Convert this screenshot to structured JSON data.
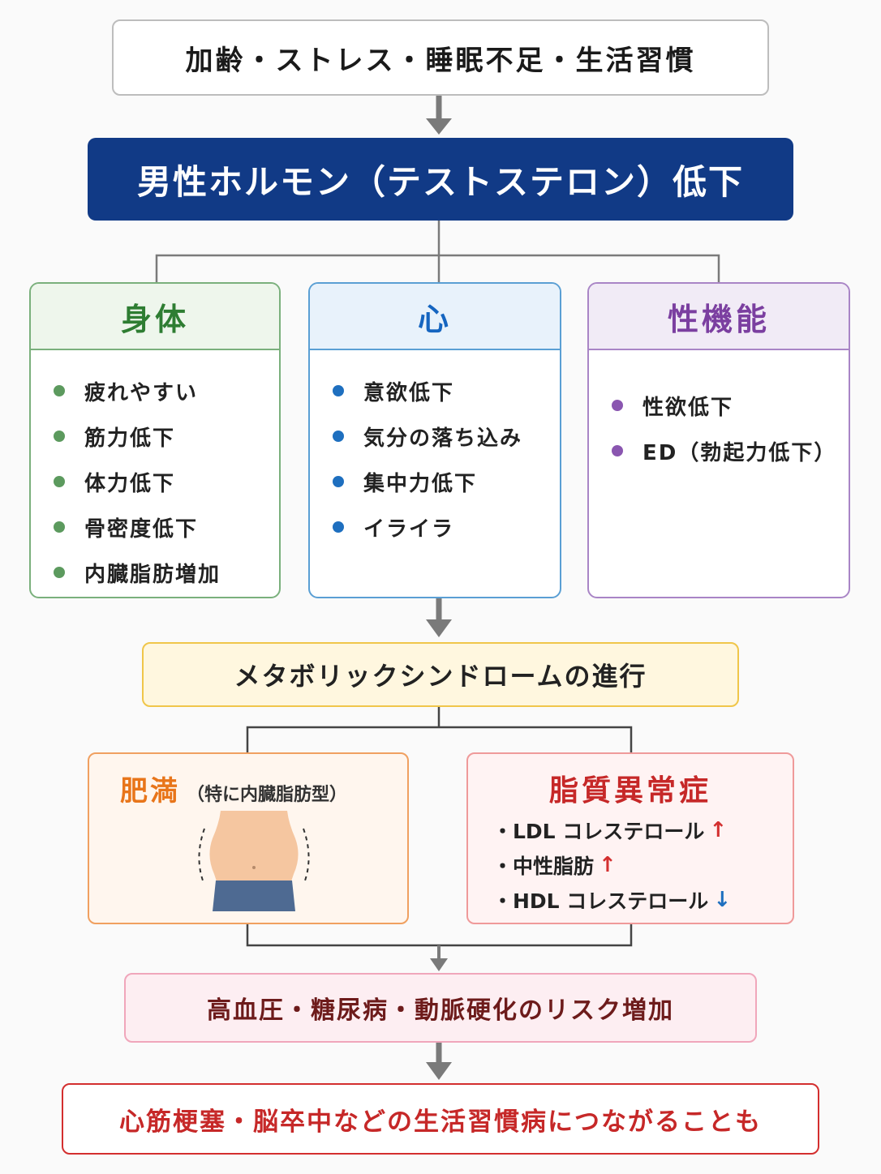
{
  "cause": {
    "text": "加齢・ストレス・睡眠不足・生活習慣"
  },
  "main": {
    "text": "男性ホルモン（テストステロン）低下"
  },
  "categories": [
    {
      "title": "身体",
      "items": [
        "疲れやすい",
        "筋力低下",
        "体力低下",
        "骨密度低下",
        "内臓脂肪増加"
      ]
    },
    {
      "title": "心",
      "items": [
        "意欲低下",
        "気分の落ち込み",
        "集中力低下",
        "イライラ"
      ]
    },
    {
      "title": "性機能",
      "items": [
        "性欲低下",
        "ED（勃起力低下）"
      ]
    }
  ],
  "metabolic": {
    "text": "メタボリックシンドロームの進行"
  },
  "obesity": {
    "title": "肥満",
    "subtitle": "（特に内臓脂肪型）"
  },
  "lipid": {
    "title": "脂質異常症",
    "items": [
      {
        "label": "・LDL コレステロール",
        "arrow": "↑",
        "color": "#d32f2f"
      },
      {
        "label": "・中性脂肪",
        "arrow": "↑",
        "color": "#d32f2f"
      },
      {
        "label": "・HDL コレステロール",
        "arrow": "↓",
        "color": "#1e6fbf"
      }
    ]
  },
  "risk": {
    "text": "高血圧・糖尿病・動脈硬化のリスク増加"
  },
  "final": {
    "text": "心筋梗塞・脳卒中などの生活習慣病につながることも"
  },
  "icons": {
    "obesity": "belly-icon"
  },
  "colors": {
    "main": "#113a86",
    "body": "#2e7d32",
    "mind": "#1565c0",
    "sexual": "#7b3fa0",
    "final": "#c62828"
  }
}
